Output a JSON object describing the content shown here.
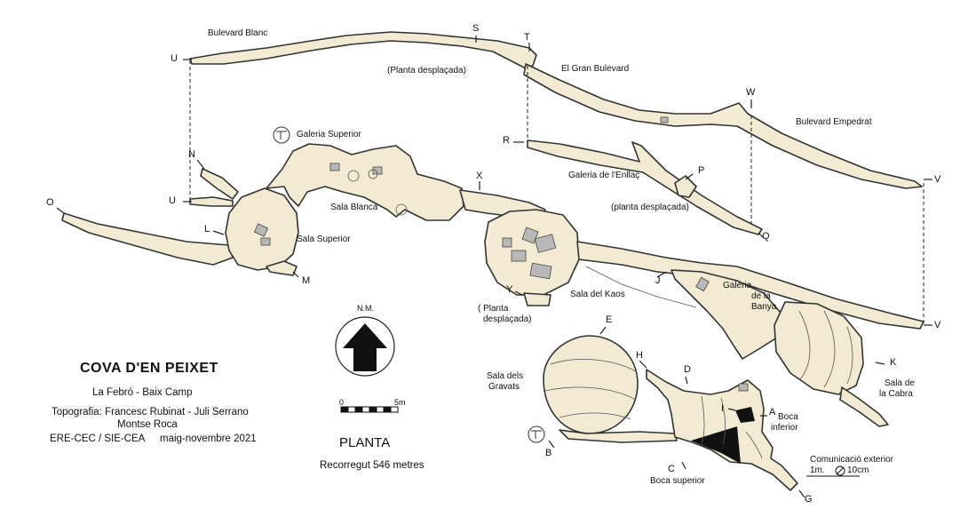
{
  "title": "COVA D'EN PEIXET",
  "location": "La Febró  -  Baix Camp",
  "topography": "Topografia: Francesc Rubinat - Juli Serrano",
  "topography2": "Montse Roca",
  "club": "ERE-CEC / SIE-CEA",
  "date": "maig-novembre 2021",
  "north_label": "N.M.",
  "scale": {
    "zero": "0",
    "max": "5m"
  },
  "view": "PLANTA",
  "distance": "Recorregut 546 metres",
  "exterior": {
    "title": "Comunicació exterior",
    "left": "1m.",
    "right": "10cm"
  },
  "areas": {
    "bulevard_blanc": "Bulevard Blanc",
    "planta_desplacada_top": "(Planta  desplaçada)",
    "gran_bulevard": "El Gran Bulevard",
    "bulevard_empedrat": "Bulevard Empedrat",
    "galeria_superior": "Galeria Superior",
    "galeria_enllac": "Galeria de l'Enllaç",
    "planta_desplacada_mid": "(planta desplaçada)",
    "sala_blanca": "Sala Blanca",
    "sala_superior": "Sala Superior",
    "sala_kaos": "Sala del Kaos",
    "planta_desplacada_y_1": "( Planta",
    "planta_desplacada_y_2": "desplaçada)",
    "galeria_banya_1": "Galeria",
    "galeria_banya_2": "de la",
    "galeria_banya_3": "Banya",
    "sala_cabra_1": "Sala de",
    "sala_cabra_2": "la Cabra",
    "sala_gravats_1": "Sala dels",
    "sala_gravats_2": "Gravats",
    "boca_inferior_1": "Boca",
    "boca_inferior_2": "inferior",
    "boca_superior": "Boca superior"
  },
  "points": {
    "U1": "U",
    "U2": "U",
    "S": "S",
    "T": "T",
    "W": "W",
    "R": "R",
    "N": "N",
    "X": "X",
    "P": "P",
    "V1": "V",
    "V2": "V",
    "O": "O",
    "L": "L",
    "Q": "Q",
    "M": "M",
    "Y": "Y",
    "J": "J",
    "E": "E",
    "H": "H",
    "D": "D",
    "K": "K",
    "I": "I",
    "A": "A",
    "B": "B",
    "C": "C",
    "G": "G"
  },
  "colors": {
    "cave_fill": "#f2ead2",
    "outline": "#333333",
    "rock": "#b8b8b8",
    "opening": "#111111"
  }
}
